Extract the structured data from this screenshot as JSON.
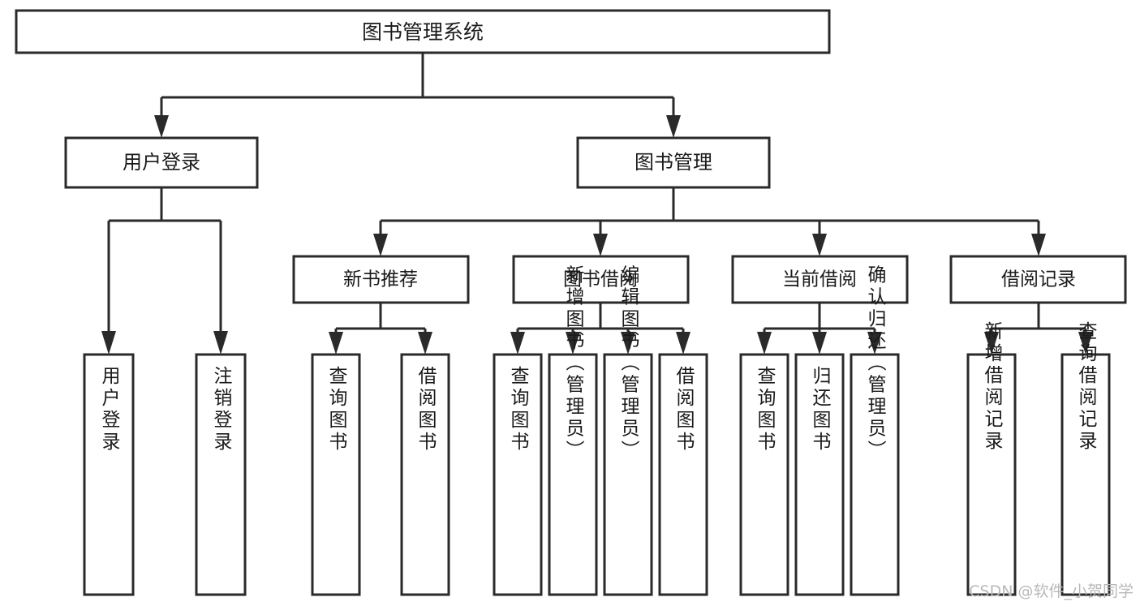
{
  "diagram": {
    "type": "tree-hierarchy",
    "title": "图书管理系统",
    "orientation": "top-down",
    "colors": {
      "box_stroke": "#2a2a2a",
      "box_fill": "#ffffff",
      "text": "#1a1a1a",
      "canvas": "#ffffff",
      "watermark": "#b9b9b9"
    },
    "levels": {
      "root": {
        "label": "图书管理系统"
      },
      "level2": [
        {
          "id": "user-login",
          "label": "用户登录"
        },
        {
          "id": "book-management",
          "label": "图书管理"
        }
      ],
      "level3": [
        {
          "id": "new-book-recommend",
          "label": "新书推荐",
          "parent": "book-management"
        },
        {
          "id": "book-borrow",
          "label": "图书借阅",
          "parent": "book-management"
        },
        {
          "id": "current-borrow",
          "label": "当前借阅",
          "parent": "book-management"
        },
        {
          "id": "borrow-record",
          "label": "借阅记录",
          "parent": "book-management"
        }
      ],
      "leaves": [
        {
          "id": "leaf-user-login",
          "label": "用户登录",
          "parent": "user-login"
        },
        {
          "id": "leaf-logout-login",
          "label": "注销登录",
          "parent": "user-login"
        },
        {
          "id": "leaf-query-book-1",
          "label": "查询图书",
          "parent": "new-book-recommend"
        },
        {
          "id": "leaf-borrow-book-1",
          "label": "借阅图书",
          "parent": "new-book-recommend"
        },
        {
          "id": "leaf-query-book-2",
          "label": "查询图书",
          "parent": "book-borrow"
        },
        {
          "id": "leaf-add-book-admin",
          "label": "新增图书（管理员）",
          "parent": "book-borrow"
        },
        {
          "id": "leaf-edit-book-admin",
          "label": "编辑图书（管理员）",
          "parent": "book-borrow"
        },
        {
          "id": "leaf-borrow-book-2",
          "label": "借阅图书",
          "parent": "book-borrow"
        },
        {
          "id": "leaf-query-book-3",
          "label": "查询图书",
          "parent": "current-borrow"
        },
        {
          "id": "leaf-return-book",
          "label": "归还图书",
          "parent": "current-borrow"
        },
        {
          "id": "leaf-confirm-return-admin",
          "label": "确认归还（管理员）",
          "parent": "current-borrow"
        },
        {
          "id": "leaf-add-borrow-record",
          "label": "新增借阅记录",
          "parent": "borrow-record"
        },
        {
          "id": "leaf-query-borrow-record",
          "label": "查询借阅记录",
          "parent": "borrow-record"
        }
      ]
    }
  },
  "watermark": {
    "text": "CSDN @软件_小贺同学"
  }
}
